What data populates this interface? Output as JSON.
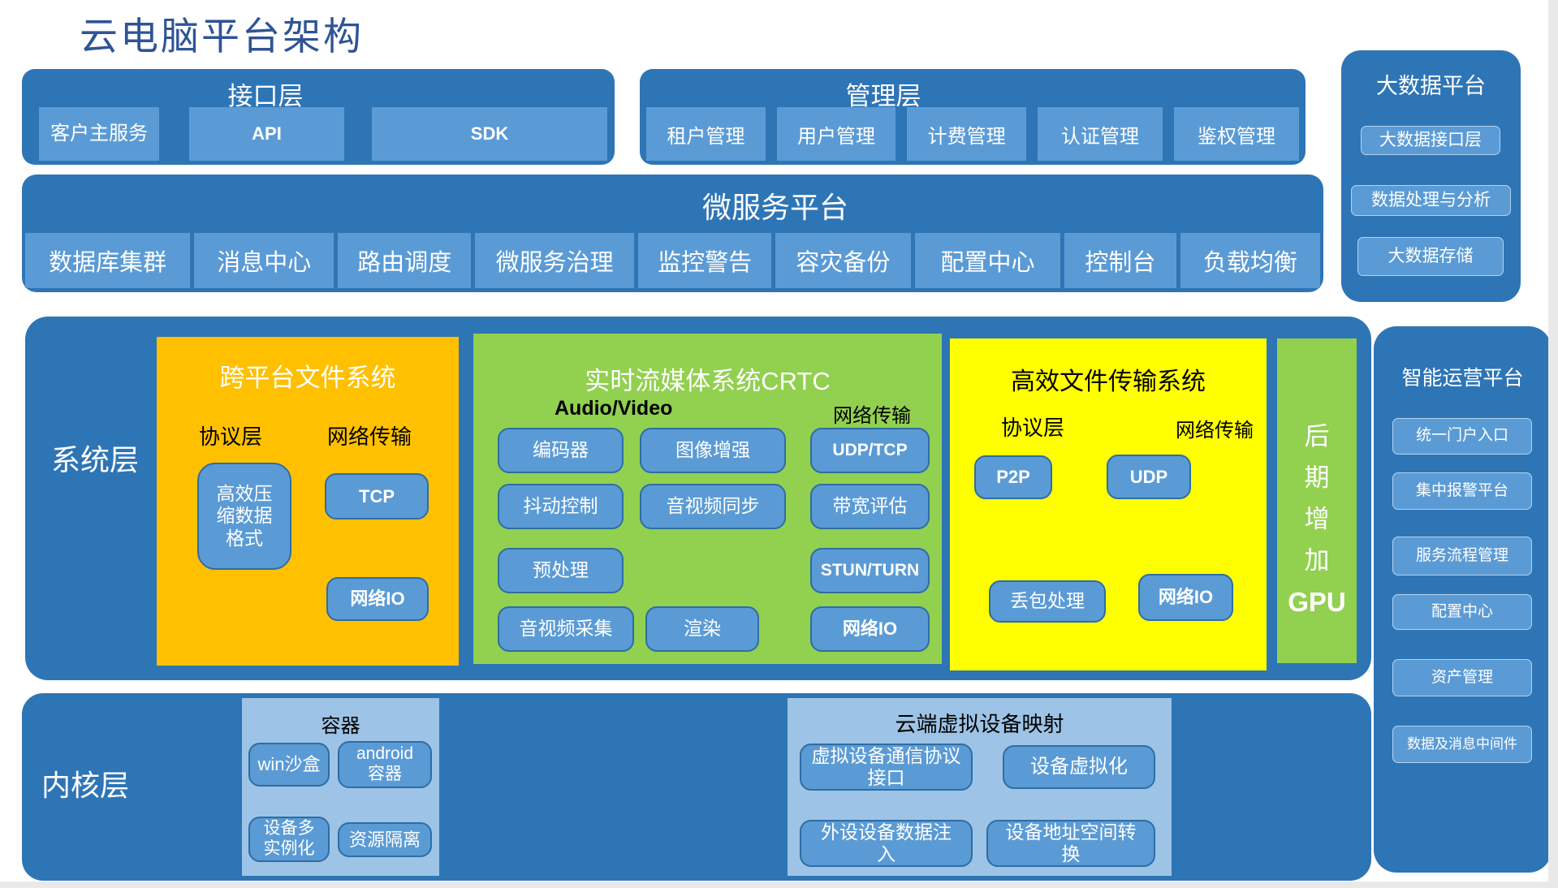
{
  "title": "云电脑平台架构",
  "colors": {
    "panel_blue": "#2E75B6",
    "button_blue": "#5B9BD5",
    "light_panel_blue": "#9DC3E6",
    "orange_box": "#FFC000",
    "green_box": "#92D050",
    "yellow_box": "#FFFF00",
    "title_text": "#2F5496"
  },
  "interface_layer": {
    "title": "接口层",
    "items": [
      "客户主服务",
      "API",
      "SDK"
    ]
  },
  "management_layer": {
    "title": "管理层",
    "items": [
      "租户管理",
      "用户管理",
      "计费管理",
      "认证管理",
      "鉴权管理"
    ]
  },
  "bigdata_platform": {
    "title": "大数据平台",
    "items": [
      "大数据接口层",
      "数据处理与分析",
      "大数据存储"
    ]
  },
  "microservice_platform": {
    "title": "微服务平台",
    "cells": [
      "数据库集群",
      "消息中心",
      "路由调度",
      "微服务治理",
      "监控警告",
      "容灾备份",
      "配置中心",
      "控制台",
      "负载均衡"
    ]
  },
  "system_layer": {
    "label": "系统层",
    "file_system": {
      "title": "跨平台文件系统",
      "protocol_label": "协议层",
      "network_label": "网络传输",
      "compression": "高效压缩数据格式",
      "tcp": "TCP",
      "net_io": "网络IO"
    },
    "streaming": {
      "title": "实时流媒体系统CRTC",
      "av_label": "Audio/Video",
      "network_label": "网络传输",
      "encoder": "编码器",
      "image_enhance": "图像增强",
      "jitter": "抖动控制",
      "av_sync": "音视频同步",
      "preprocess": "预处理",
      "av_capture": "音视频采集",
      "render": "渲染",
      "udp_tcp": "UDP/TCP",
      "bandwidth": "带宽评估",
      "stun_turn": "STUN/TURN",
      "net_io": "网络IO"
    },
    "transfer": {
      "title": "高效文件传输系统",
      "protocol_label": "协议层",
      "network_label": "网络传输",
      "p2p": "P2P",
      "udp": "UDP",
      "packet_loss": "丢包处理",
      "net_io": "网络IO"
    },
    "gpu": {
      "lines": [
        "后",
        "期",
        "增",
        "加",
        "GPU"
      ]
    }
  },
  "ops_platform": {
    "title": "智能运营平台",
    "items": [
      "统一门户入口",
      "集中报警平台",
      "服务流程管理",
      "配置中心",
      "资产管理",
      "数据及消息中间件"
    ]
  },
  "kernel_layer": {
    "label": "内核层",
    "container_group": {
      "title": "容器",
      "items": [
        "win沙盒",
        "android容器",
        "设备多实例化",
        "资源隔离"
      ]
    },
    "device_mapping_group": {
      "title": "云端虚拟设备映射",
      "items": [
        "虚拟设备通信协议接口",
        "设备虚拟化",
        "外设设备数据注入",
        "设备地址空间转换"
      ]
    }
  }
}
